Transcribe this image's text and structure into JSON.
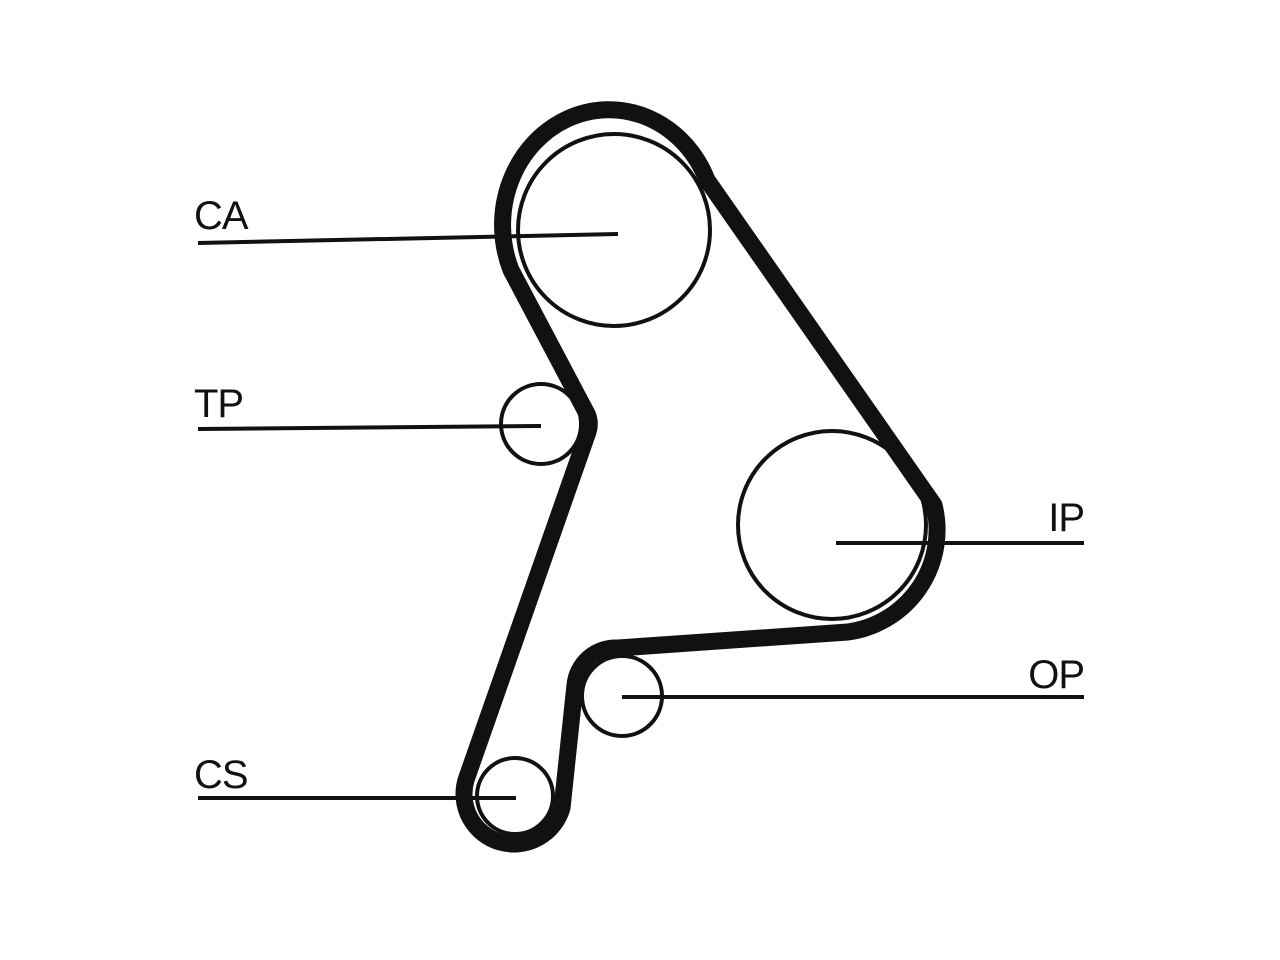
{
  "diagram": {
    "labels": {
      "ca": "CA",
      "tp": "TP",
      "ip": "IP",
      "op": "OP",
      "cs": "CS"
    },
    "colors": {
      "belt": "#111111",
      "pulley_stroke": "#111111",
      "leader_line": "#111111",
      "text": "#111111",
      "background": "#ffffff"
    }
  }
}
